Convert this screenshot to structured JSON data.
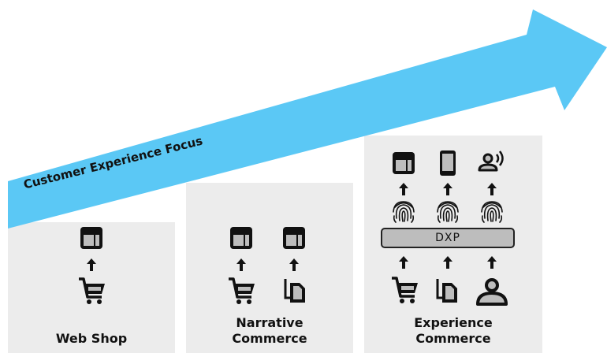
{
  "arrow": {
    "label": "Customer Experience Focus",
    "color": "#5bc8f5"
  },
  "columns": [
    {
      "label_line1": "Web Shop",
      "label_line2": ""
    },
    {
      "label_line1": "Narrative",
      "label_line2": "Commerce"
    },
    {
      "label_line1": "Experience",
      "label_line2": "Commerce"
    }
  ],
  "dxp": {
    "label": "DXP"
  },
  "icons": {
    "web_shop": [
      "browser-window-icon",
      "up-arrow-icon",
      "shopping-cart-icon"
    ],
    "narrative_commerce": [
      "browser-window-icon",
      "browser-window-icon",
      "up-arrow-icon",
      "up-arrow-icon",
      "shopping-cart-icon",
      "documents-icon"
    ],
    "experience_commerce": [
      "browser-window-icon",
      "mobile-phone-icon",
      "voice-assistant-icon",
      "fingerprint-icon",
      "shopping-cart-icon",
      "documents-icon",
      "user-icon"
    ]
  }
}
